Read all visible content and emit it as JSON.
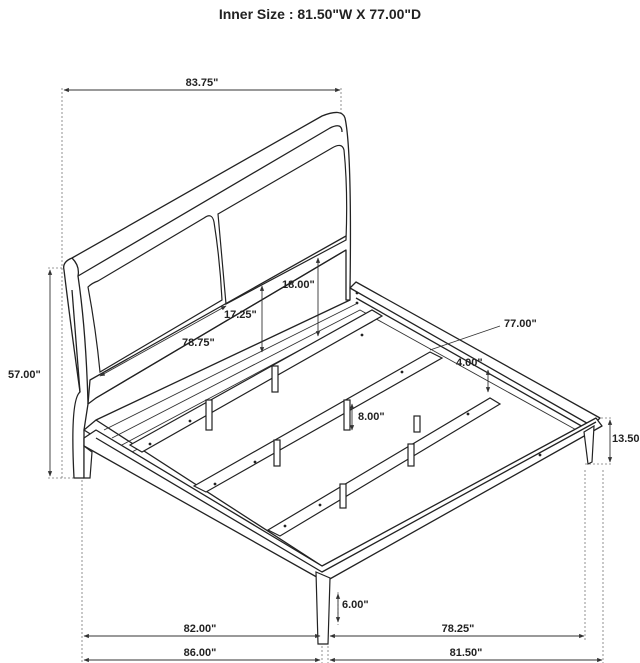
{
  "title": "Inner Size : 81.50\"W X 77.00\"D",
  "dimensions": {
    "overall_width": "83.75\"",
    "height": "57.00\"",
    "headboard_panel_height": "18.00\"",
    "headboard_inner_height": "17.25\"",
    "headboard_inner_width": "78.75\"",
    "side_rail_length": "77.00\"",
    "slat_gap": "4.00\"",
    "leg_height_center": "8.00\"",
    "footboard_height": "13.50\"",
    "clearance": "6.00\"",
    "side_length_inner": "82.00\"",
    "width_inner": "78.25\"",
    "side_length_outer": "86.00\"",
    "width_outer": "81.50\""
  }
}
